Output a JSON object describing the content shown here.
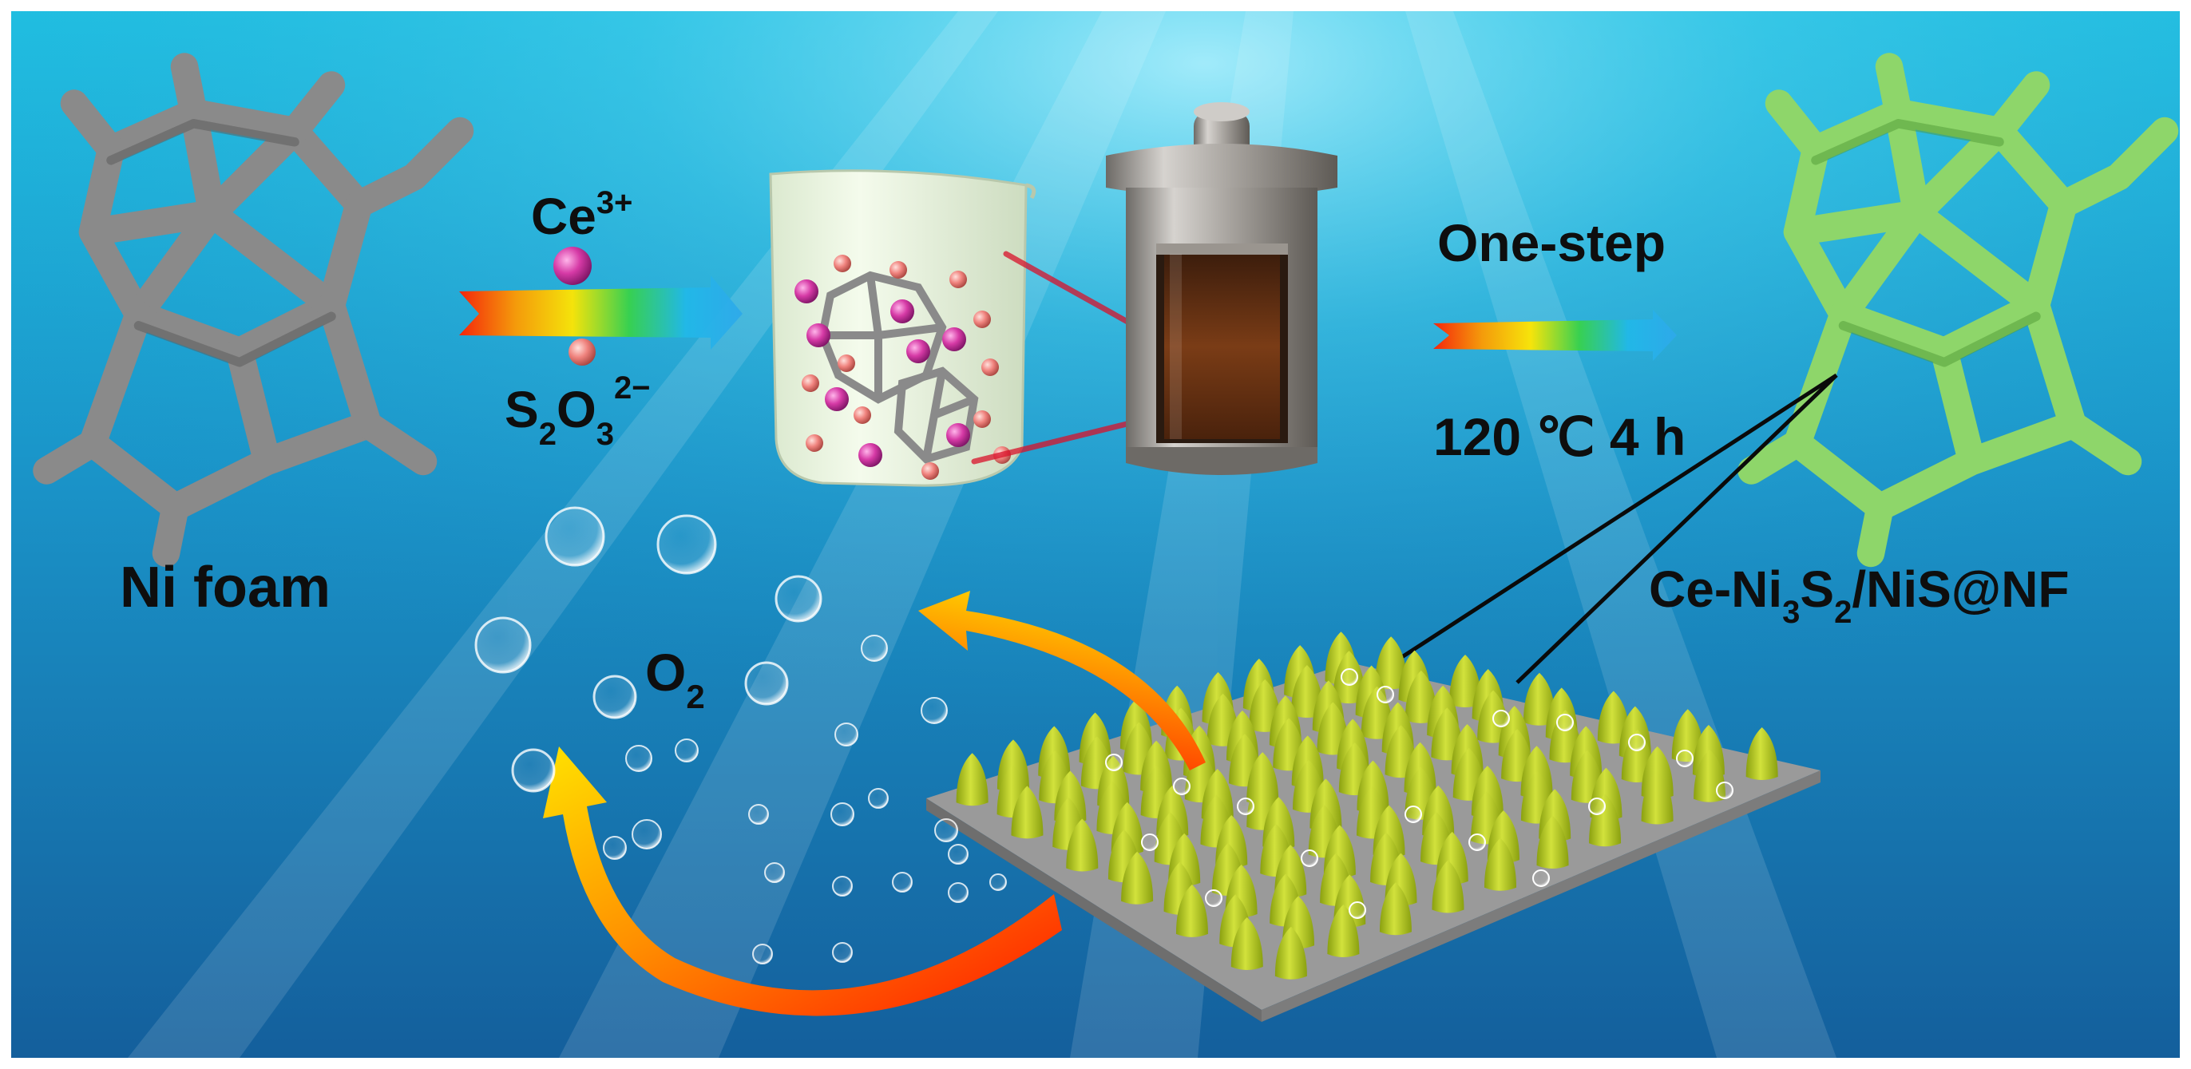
{
  "labels": {
    "ni_foam": "Ni foam",
    "ce_ion_base": "Ce",
    "ce_ion_charge": "3+",
    "thio_s": "S",
    "thio_s_sub": "2",
    "thio_o": "O",
    "thio_o_sub": "3",
    "thio_charge": "2−",
    "one_step": "One-step",
    "conditions": "120 ℃ 4 h",
    "o2_base": "O",
    "o2_sub": "2",
    "product_a": "Ce-Ni",
    "product_sub3": "3",
    "product_b": "S",
    "product_sub2": "2",
    "product_c": "/NiS@NF"
  },
  "colors": {
    "water_top": "#1fb4d8",
    "water_bottom": "#1575b0",
    "foam_gray": "#8a8a8a",
    "foam_green": "#8ed66a",
    "ce_ion": "#d63aa6",
    "thio_ion": "#f0837e",
    "nanocone": "#b8cc2a",
    "substrate": "#9a9a9a",
    "arrow_warm": "#ff2a00",
    "arrow_yellow": "#ffd000"
  },
  "icons": [
    "ni-foam-gray",
    "beaker",
    "autoclave",
    "ni-foam-green",
    "nanocone-array",
    "o2-bubble",
    "curved-arrow"
  ]
}
